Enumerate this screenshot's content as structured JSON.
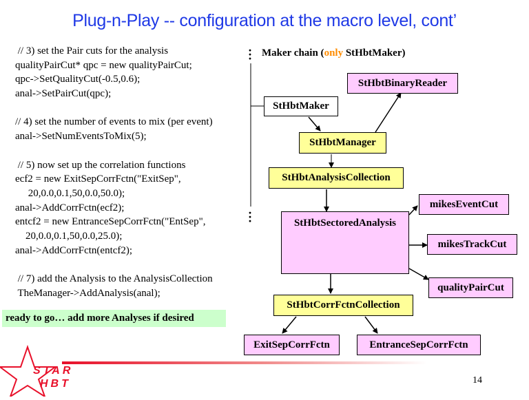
{
  "title": "Plug-n-Play -- configuration at the macro level, cont’",
  "code_lines": [
    " // 3) set the Pair cuts for the analysis",
    "qualityPairCut* qpc = new qualityPairCut;",
    "qpc->SetQualityCut(-0.5,0.6);",
    "anal->SetPairCut(qpc);",
    "",
    "// 4) set the number of events to mix (per event)",
    "anal->SetNumEventsToMix(5);",
    "",
    " // 5) now set up the correlation functions",
    "ecf2 = new ExitSepCorrFctn(\"ExitSep\",",
    "     20,0.0,0.1,50,0.0,50.0);",
    "anal->AddCorrFctn(ecf2);",
    "entcf2 = new EntranceSepCorrFctn(\"EntSep\",",
    "    20,0.0,0.1,50,0.0,25.0);",
    "anal->AddCorrFctn(entcf2);",
    "",
    " // 7) add the Analysis to the AnalysisCollection",
    " TheManager->AddAnalysis(anal);"
  ],
  "ready_note": "ready to go… add more Analyses if desired",
  "chain": {
    "prefix": "Maker chain (",
    "highlight": "only",
    "suffix": " StHbtMaker)"
  },
  "boxes": {
    "binary_reader": "StHbtBinaryReader",
    "maker": "StHbtMaker",
    "manager": "StHbtManager",
    "analysis_collection": "StHbtAnalysisCollection",
    "sectored_analysis": "StHbtSectoredAnalysis",
    "event_cut": "mikesEventCut",
    "track_cut": "mikesTrackCut",
    "pair_cut": "qualityPairCut",
    "corrfctn_collection": "StHbtCorrFctnCollection",
    "exit_sep": "ExitSepCorrFctn",
    "entrance_sep": "EntranceSepCorrFctn"
  },
  "logo": {
    "line1": "STAR",
    "line2": "HBT"
  },
  "page_number": "14",
  "colors": {
    "title": "#1f39e6",
    "highlight": "#ff8c00",
    "pink_box": "#ffccff",
    "yellow_box": "#ffff99",
    "green_note": "#ccffcc",
    "logo_red": "#e8102a"
  }
}
